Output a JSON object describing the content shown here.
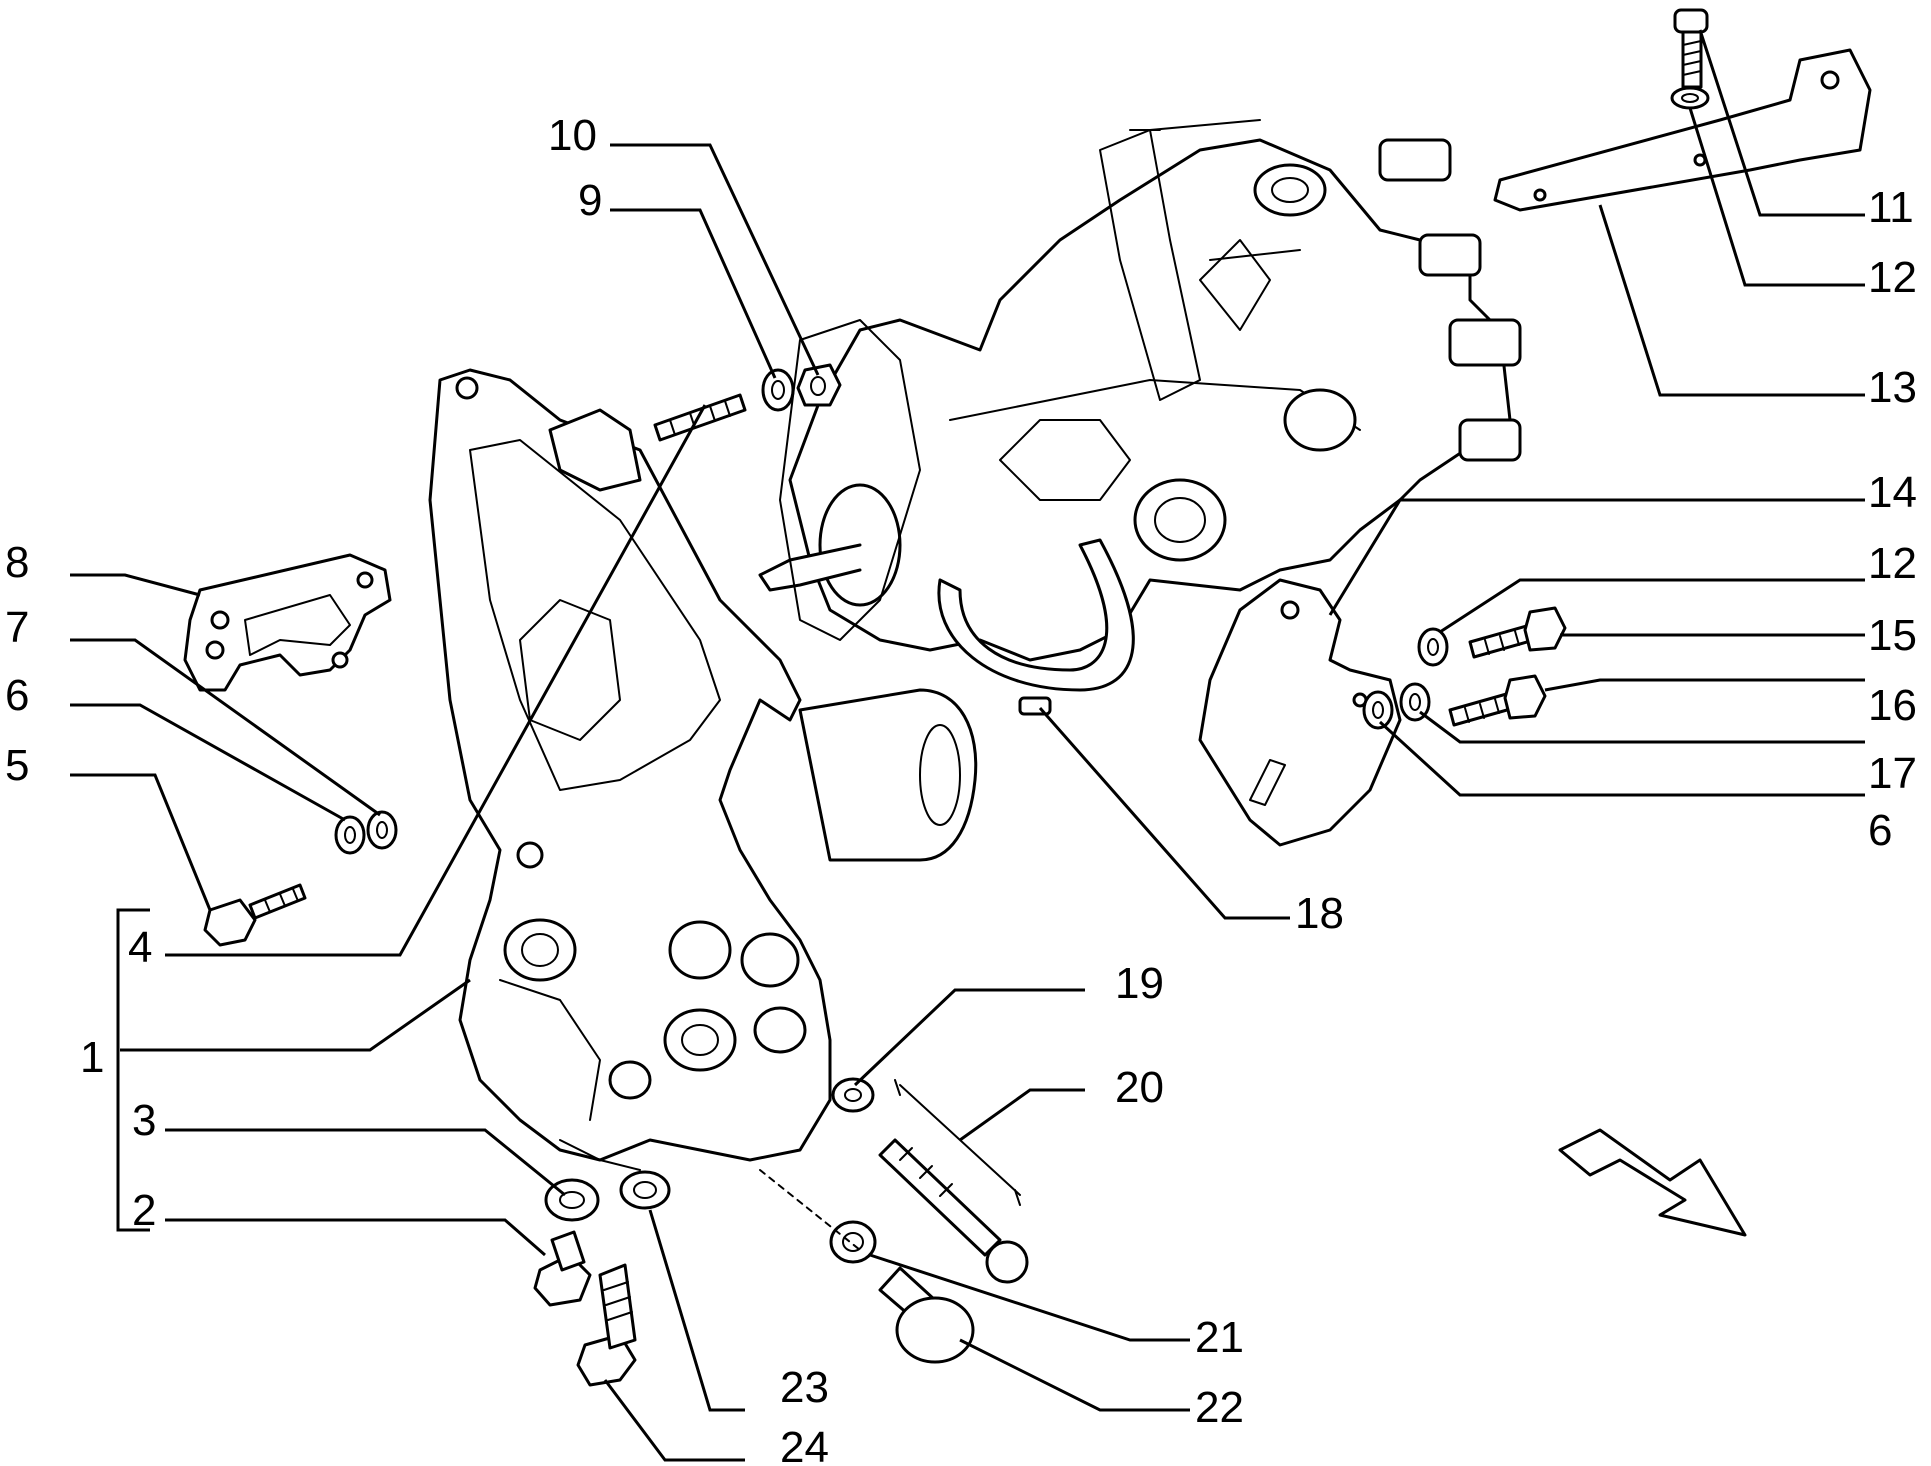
{
  "callouts": {
    "c1": "1",
    "c2": "2",
    "c3": "3",
    "c4": "4",
    "c5": "5",
    "c6a": "6",
    "c6b": "6",
    "c7": "7",
    "c8": "8",
    "c9": "9",
    "c10": "10",
    "c11": "11",
    "c12a": "12",
    "c12b": "12",
    "c13": "13",
    "c14": "14",
    "c15": "15",
    "c16": "16",
    "c17": "17",
    "c18": "18",
    "c19": "19",
    "c20": "20",
    "c21": "21",
    "c22": "22",
    "c23": "23",
    "c24": "24"
  },
  "icons": {
    "direction_arrow": "direction-arrow-icon"
  }
}
